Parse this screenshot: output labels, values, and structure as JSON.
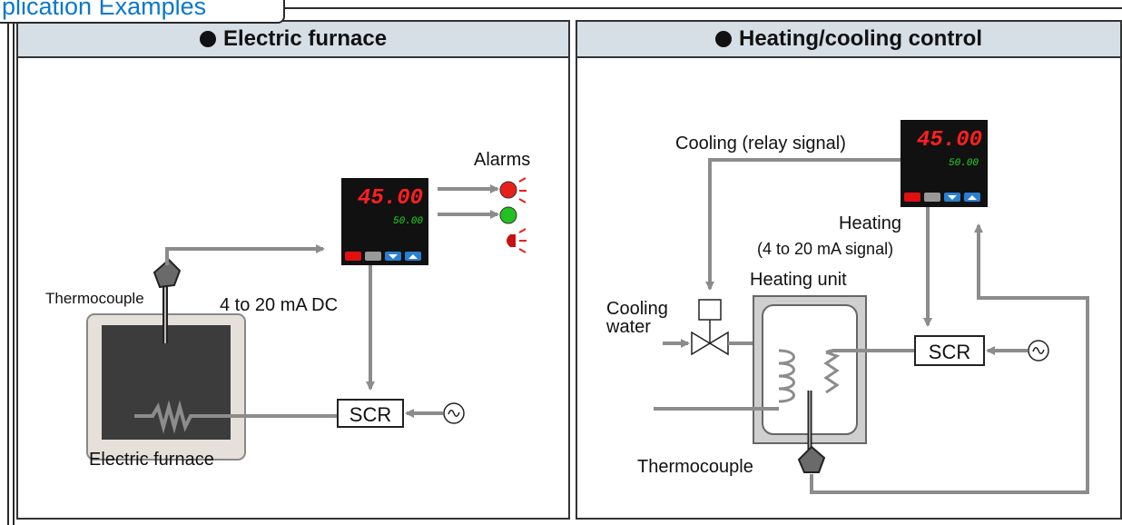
{
  "section_tab": "plication Examples",
  "panels": [
    {
      "title": "Electric furnace",
      "labels": {
        "alarms": "Alarms",
        "thermocouple": "Thermocouple",
        "signal": "4 to 20 mA DC",
        "scr": "SCR",
        "furnace": "Electric furnace"
      },
      "controller": {
        "pv": "45.00",
        "sv": "50.00"
      }
    },
    {
      "title": "Heating/cooling control",
      "labels": {
        "cooling_signal": "Cooling (relay signal)",
        "heating": "Heating",
        "heating_signal": "(4 to 20 mA signal)",
        "heating_unit": "Heating unit",
        "cooling_water_1": "Cooling",
        "cooling_water_2": "water",
        "scr": "SCR",
        "thermocouple": "Thermocouple"
      },
      "controller": {
        "pv": "45.00",
        "sv": "50.00"
      }
    }
  ],
  "colors": {
    "header_bg": "#d6dfe6",
    "tab_text": "#0a78c8",
    "flow_line": "#8c8c8c",
    "alarm_red": "#e8201c",
    "alarm_green": "#22c022"
  }
}
